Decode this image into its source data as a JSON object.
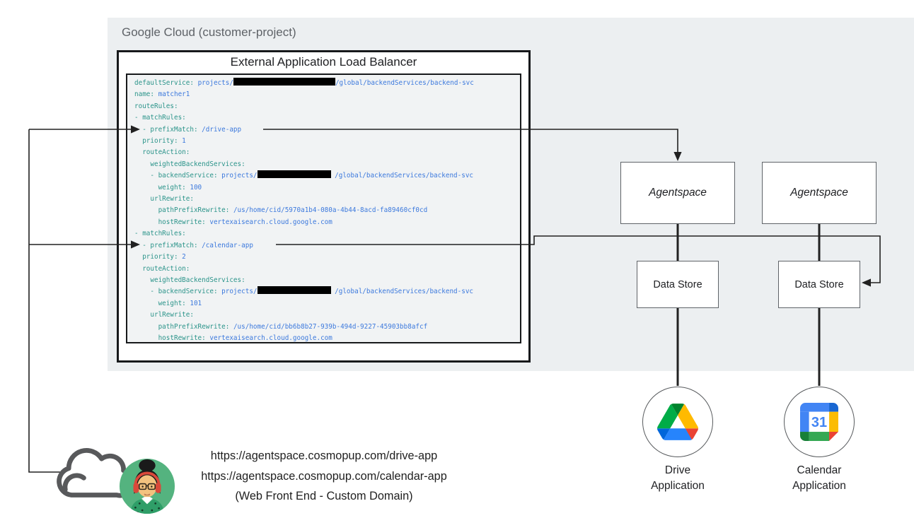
{
  "gcp": {
    "label": "Google Cloud (customer-project)"
  },
  "load_balancer": {
    "title": "External Application Load Balancer"
  },
  "code_block": {
    "lines": [
      [
        {
          "k": "defaultService:"
        },
        {
          "v": " projects/"
        },
        {
          "bar": 144
        },
        {
          "v": "/global/backendServices/backend-svc"
        }
      ],
      [
        {
          "k": "name:"
        },
        {
          "v": " matcher1"
        }
      ],
      [
        {
          "k": "routeRules:"
        }
      ],
      [
        {
          "k": "- matchRules:"
        }
      ],
      [
        {
          "k": "  - prefixMatch:"
        },
        {
          "v": " /drive-app"
        }
      ],
      [
        {
          "k": "  priority:"
        },
        {
          "v": " 1"
        }
      ],
      [
        {
          "k": "  routeAction:"
        }
      ],
      [
        {
          "k": "    weightedBackendServices:"
        }
      ],
      [
        {
          "k": "    - backendService:"
        },
        {
          "v": " projects/"
        },
        {
          "bar": 104
        },
        {
          "v": " /global/backendServices/backend-svc"
        }
      ],
      [
        {
          "k": "      weight:"
        },
        {
          "v": " 100"
        }
      ],
      [
        {
          "k": "    urlRewrite:"
        }
      ],
      [
        {
          "k": "      pathPrefixRewrite:"
        },
        {
          "v": " /us/home/cid/5970a1b4-080a-4b44-8acd-fa89460cf0cd"
        }
      ],
      [
        {
          "k": "      hostRewrite:"
        },
        {
          "v": " vertexaisearch.cloud.google.com"
        }
      ],
      [
        {
          "k": "- matchRules:"
        }
      ],
      [
        {
          "k": "  - prefixMatch:"
        },
        {
          "v": " /calendar-app"
        }
      ],
      [
        {
          "k": "  priority:"
        },
        {
          "v": " 2"
        }
      ],
      [
        {
          "k": "  routeAction:"
        }
      ],
      [
        {
          "k": "    weightedBackendServices:"
        }
      ],
      [
        {
          "k": "    - backendService:"
        },
        {
          "v": " projects/"
        },
        {
          "bar": 104
        },
        {
          "v": " /global/backendServices/backend-svc"
        }
      ],
      [
        {
          "k": "      weight:"
        },
        {
          "v": " 101"
        }
      ],
      [
        {
          "k": "    urlRewrite:"
        }
      ],
      [
        {
          "k": "      pathPrefixRewrite:"
        },
        {
          "v": " /us/home/cid/bb6b8b27-939b-494d-9227-45903bb8afcf"
        }
      ],
      [
        {
          "k": "      hostRewrite:"
        },
        {
          "v": " vertexaisearch.cloud.google.com"
        }
      ]
    ]
  },
  "nodes": {
    "agentspace_1": "Agentspace",
    "agentspace_2": "Agentspace",
    "datastore_1": "Data Store",
    "datastore_2": "Data Store",
    "drive_label": [
      "Drive",
      "Application"
    ],
    "calendar_label": [
      "Calendar",
      "Application"
    ]
  },
  "icons": {
    "calendar_day": "31",
    "drive_icon": "google-drive-logo",
    "calendar_icon": "google-calendar-logo",
    "cloud_icon": "cloud-outline",
    "avatar_icon": "end-user-avatar"
  },
  "frontend": {
    "url_drive": "https://agentspace.cosmopup.com/drive-app",
    "url_calendar": "https://agentspace.cosmopup.com/calendar-app",
    "caption": "(Web Front End - Custom Domain)"
  },
  "colors": {
    "gcp_background": "#eceff1",
    "code_background": "#f1f3f4",
    "code_key": "#2b948a",
    "code_value": "#3c79dd",
    "line": "#212121",
    "box_border": "#5f6368",
    "text": "#202124",
    "muted_text": "#5f6368",
    "brand_blue": "#4285f4",
    "brand_green": "#34a853",
    "brand_yellow": "#fbbc04",
    "brand_red": "#ea4335"
  }
}
